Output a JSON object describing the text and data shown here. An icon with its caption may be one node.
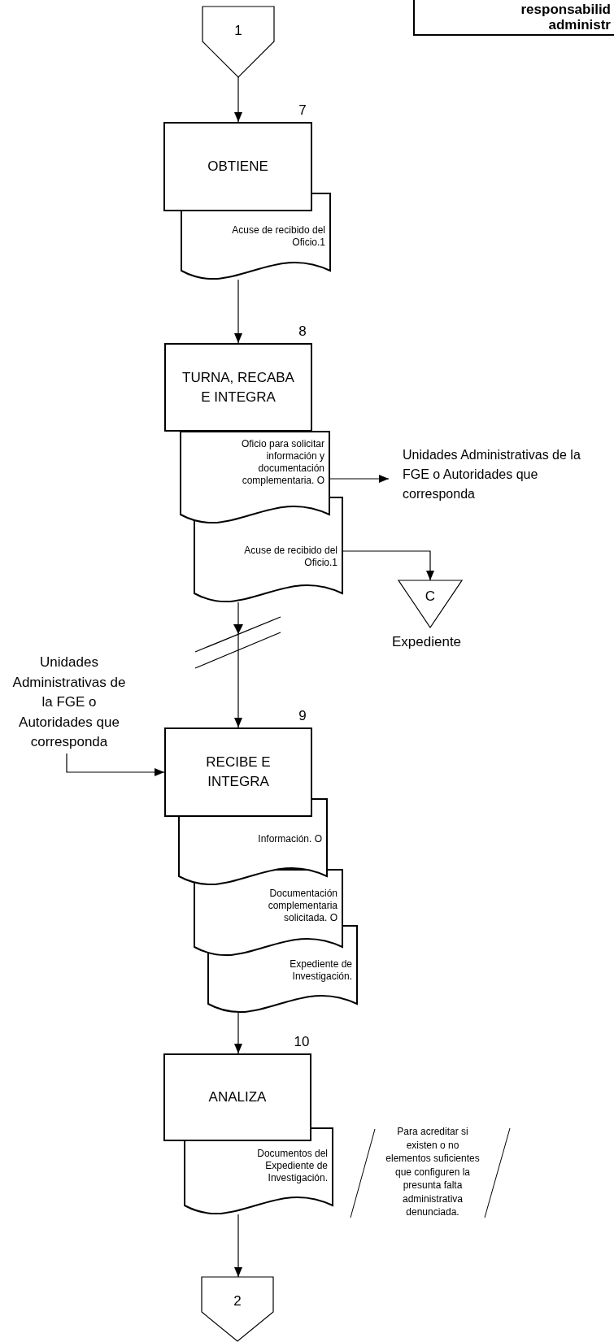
{
  "diagram": {
    "nodes": [
      {
        "text": [
          "responsabilid administr"
        ]
      },
      {
        "text": [
          "1"
        ]
      },
      {
        "text": [
          "OBTIENE"
        ],
        "beside": [
          "7"
        ]
      },
      {
        "text": [
          "Acuse de recibido del Oficio.1"
        ]
      },
      {
        "text": [
          "TURNA, RECABA E INTEGRA"
        ],
        "beside": [
          "8"
        ]
      },
      {
        "text": [
          "Oficio para solicitar información y documentación complementaria. O"
        ]
      },
      {
        "text": [
          "Unidades Administrativas de la FGE o Autoridades que corresponda"
        ]
      },
      {
        "text": [
          "Acuse de recibido del Oficio.1"
        ]
      },
      {
        "text": [
          "C"
        ],
        "beside": [
          "Expediente"
        ]
      },
      {
        "text": [
          "Unidades Administrativas de la FGE o Autoridades que corresponda"
        ]
      },
      {
        "text": [
          "RECIBE E INTEGRA"
        ],
        "beside": [
          "9"
        ]
      },
      {
        "text": [
          "Información. O"
        ]
      },
      {
        "text": [
          "Documentación complementaria solicitada. O"
        ]
      },
      {
        "text": [
          "Expediente de Investigación."
        ]
      },
      {
        "text": [
          "ANALIZA"
        ],
        "beside": [
          "10"
        ]
      },
      {
        "text": [
          "Documentos del Expediente de Investigación."
        ]
      },
      {
        "text": [
          "2"
        ]
      }
    ],
    "edges": [
      {
        "from": 1,
        "to": 2,
        "arrow": "to"
      },
      {
        "from": 3,
        "to": 4,
        "arrow": "to"
      },
      {
        "from": 5,
        "to": 6,
        "arrow": "to"
      },
      {
        "from": 7,
        "to": 8,
        "arrow": "to"
      },
      {
        "from": 7,
        "to": 10,
        "arrow": "to"
      },
      {
        "from": 9,
        "to": 10,
        "arrow": "to"
      },
      {
        "from": 13,
        "to": 14,
        "arrow": "to"
      },
      {
        "from": 15,
        "to": 16,
        "arrow": "to"
      }
    ],
    "labels": [
      "Para acreditar si existen o no elementos suficientes que configuren la presunta falta administrativa denunciada."
    ]
  }
}
